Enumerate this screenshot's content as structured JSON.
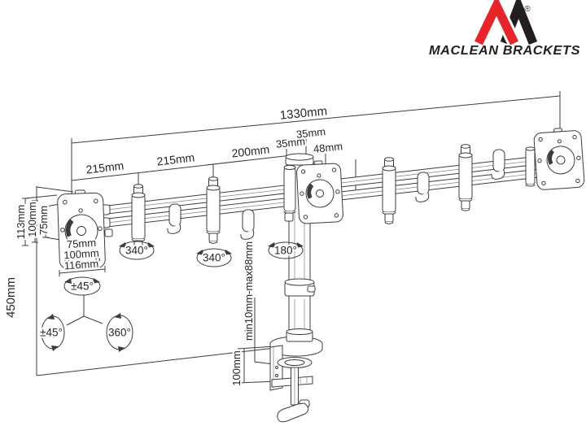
{
  "logo": {
    "brand": "MACLEAN BRACKETS",
    "registered_mark": "®",
    "red": "#e5252a",
    "black": "#231f20"
  },
  "dimensions": {
    "total_width": "1330mm",
    "arm_segment_left_outer": "215mm",
    "arm_segment_left_inner": "215mm",
    "arm_segment_center": "200mm",
    "center_gap_left": "35mm",
    "center_gap_right": "35mm",
    "center_plate_offset": "48mm",
    "plate_total_height": "113mm",
    "vesa_height_100": "100mm",
    "vesa_height_75": "75mm",
    "vesa_width_75": "75mm",
    "vesa_width_100": "100mm",
    "plate_total_width": "116mm",
    "pole_height": "450mm",
    "desk_thickness_range": "min10mm-max88mm",
    "clamp_section_height": "100mm"
  },
  "rotations": {
    "left_joint_swivel": "340°",
    "mid_joint_swivel": "340°",
    "pole_swivel": "180°",
    "plate_tilt": "±45°",
    "plate_swivel": "±45°",
    "plate_rotation": "360°"
  },
  "line_color": "#3c3c3c"
}
